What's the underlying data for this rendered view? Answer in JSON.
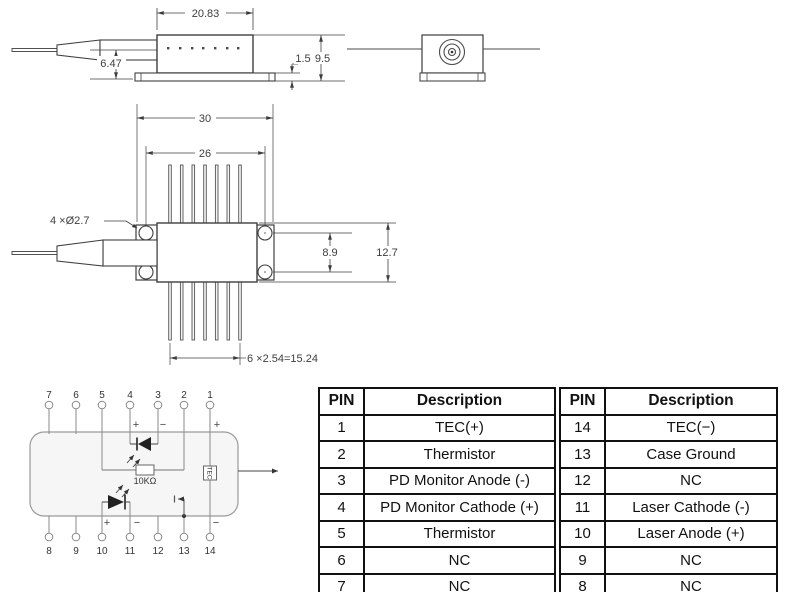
{
  "side_view": {
    "dim_width": "20.83",
    "dim_fiber_height": "6.47",
    "dim_flange_thickness": "1.5",
    "dim_height": "9.5"
  },
  "top_view": {
    "dim_flange_width": "30",
    "dim_hole_spacing": "26",
    "dim_holes": "4 ×Ø2.7",
    "dim_hole_vspacing": "8.9",
    "dim_body_height": "12.7",
    "dim_pin_pitch": "6 ×2.54=15.24"
  },
  "schematic": {
    "top_pins": [
      "7",
      "6",
      "5",
      "4",
      "3",
      "2",
      "1"
    ],
    "bottom_pins": [
      "8",
      "9",
      "10",
      "11",
      "12",
      "13",
      "14"
    ],
    "thermistor_label": "10KΩ",
    "tec_label": "TEC",
    "signs": {
      "pd_plus": "+",
      "pd_minus": "−",
      "tec_top": "+",
      "tec_bottom": "−",
      "ld_plus": "+",
      "ld_minus": "−"
    }
  },
  "pin_table": {
    "header_pin": "PIN",
    "header_desc": "Description",
    "rows": [
      {
        "pin_l": "1",
        "desc_l": "TEC(+)",
        "pin_r": "14",
        "desc_r": "TEC(−)"
      },
      {
        "pin_l": "2",
        "desc_l": "Thermistor",
        "pin_r": "13",
        "desc_r": "Case Ground"
      },
      {
        "pin_l": "3",
        "desc_l": "PD Monitor Anode (-)",
        "pin_r": "12",
        "desc_r": "NC"
      },
      {
        "pin_l": "4",
        "desc_l": "PD Monitor Cathode (+)",
        "pin_r": "11",
        "desc_r": "Laser Cathode (-)"
      },
      {
        "pin_l": "5",
        "desc_l": "Thermistor",
        "pin_r": "10",
        "desc_r": "Laser Anode (+)"
      },
      {
        "pin_l": "6",
        "desc_l": "NC",
        "pin_r": "9",
        "desc_r": "NC"
      },
      {
        "pin_l": "7",
        "desc_l": "NC",
        "pin_r": "8",
        "desc_r": "NC"
      }
    ]
  }
}
